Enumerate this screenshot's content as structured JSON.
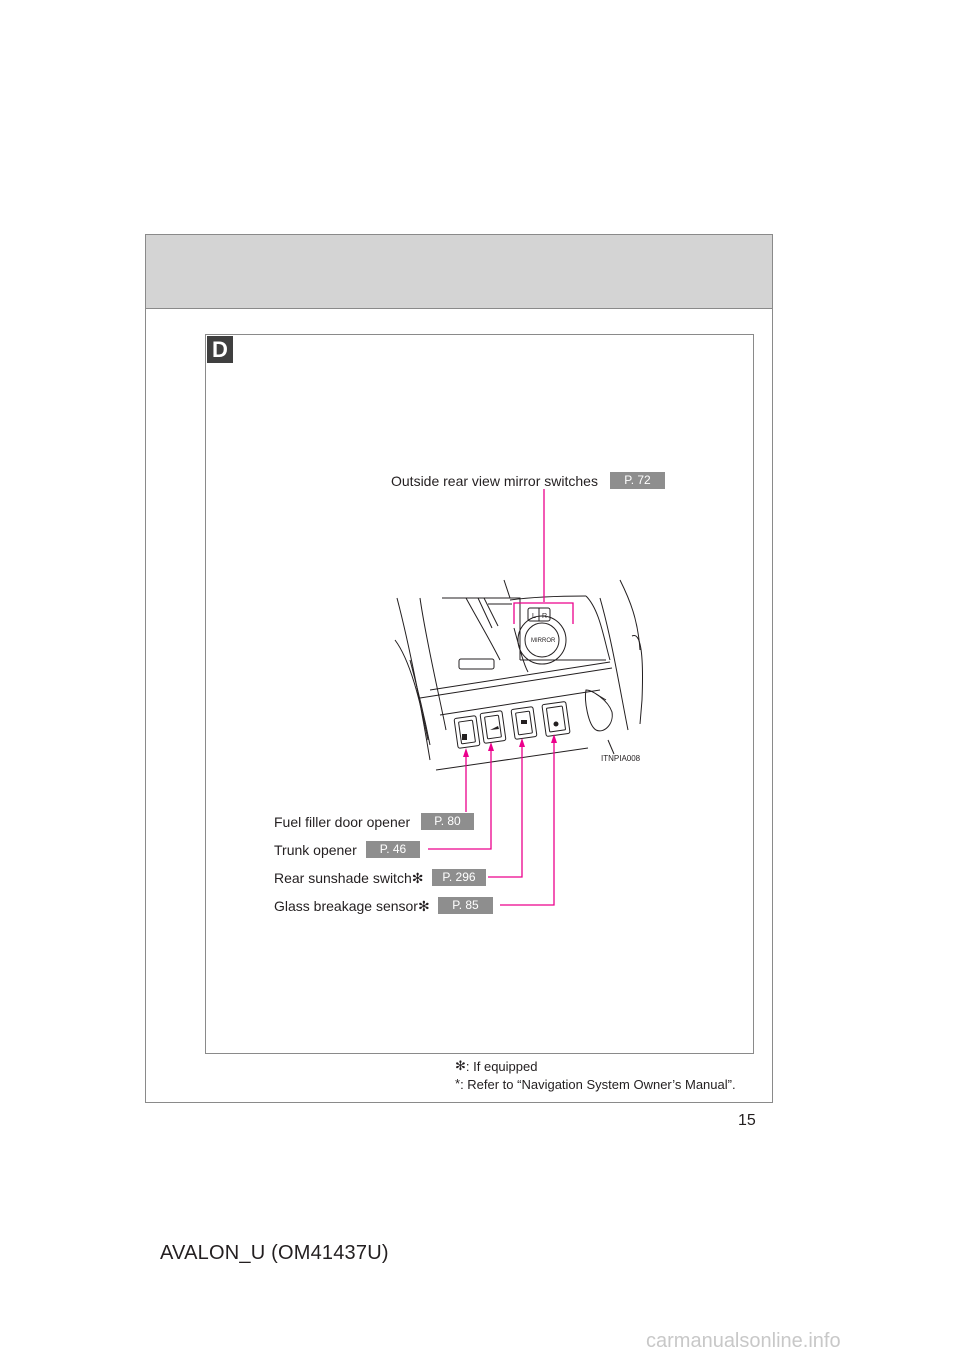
{
  "section_badge": "D",
  "callouts": {
    "mirror": {
      "label": "Outside rear view mirror switches",
      "page": "P. 72"
    },
    "fuel": {
      "label": "Fuel filler door opener",
      "page": "P. 80"
    },
    "trunk": {
      "label": "Trunk opener",
      "page": "P. 46"
    },
    "sunshade": {
      "label": "Rear sunshade switch",
      "mark": "✻",
      "page": "P. 296"
    },
    "glass": {
      "label": "Glass breakage sensor",
      "mark": "✻",
      "page": "P. 85"
    }
  },
  "illustration": {
    "code": "ITNPIA008",
    "mirror_switch_l": "L",
    "mirror_switch_r": "R",
    "mirror_knob": "MIRROR"
  },
  "footnotes": [
    {
      "mark": "✻",
      "text": ": If equipped"
    },
    {
      "mark": "*",
      "text": ": Refer to “Navigation System Owner’s Manual”."
    }
  ],
  "page_number": "15",
  "document_code": "AVALON_U (OM41437U)",
  "watermark": "carmanualsonline.info",
  "colors": {
    "leader": "#ec008c",
    "page_ref_bg": "#8e8e8e",
    "header_band": "#d4d4d4",
    "badge_bg": "#3f3f3f"
  }
}
